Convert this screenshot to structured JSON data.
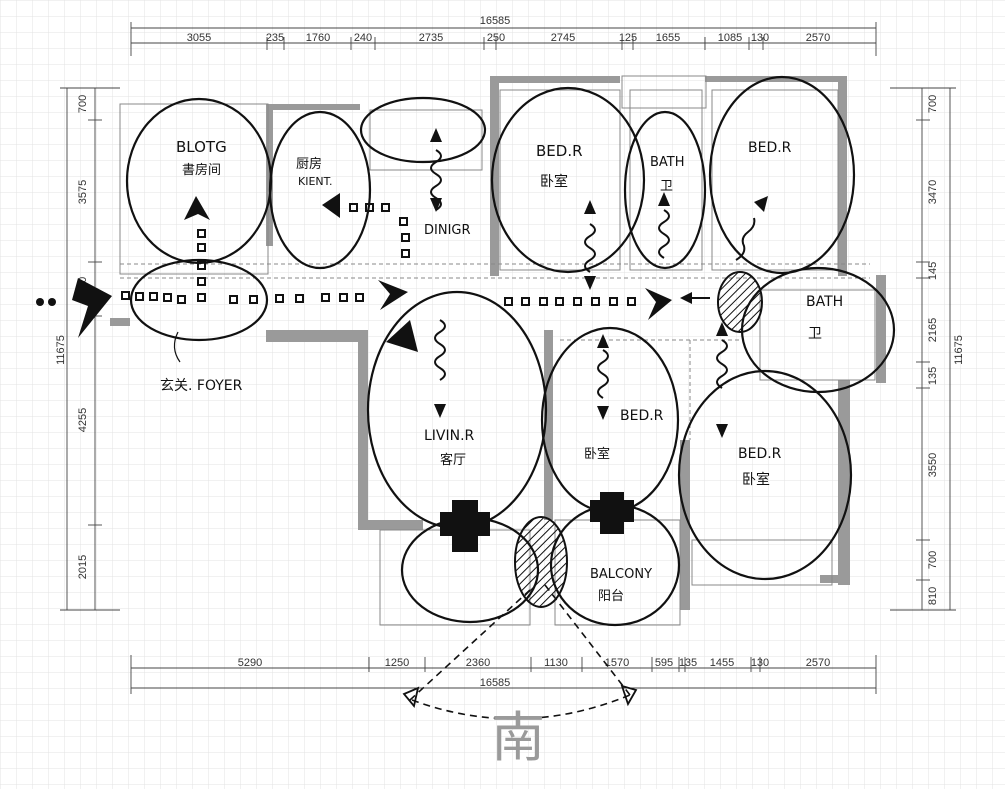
{
  "dimensions": {
    "top_total": "16585",
    "top_segments": [
      "3055",
      "235",
      "1760",
      "240",
      "2735",
      "250",
      "2745",
      "125",
      "1655",
      "1085",
      "130",
      "2570"
    ],
    "bottom_total": "16585",
    "bottom_segments": [
      "5290",
      "1250",
      "2360",
      "1130",
      "1570",
      "595",
      "135",
      "1455",
      "130",
      "2570"
    ],
    "left_total": "11675",
    "left_segments": [
      "700",
      "3575",
      "1200",
      "4255",
      "2015"
    ],
    "right_total": "11675",
    "right_segments": [
      "700",
      "3470",
      "145",
      "2165",
      "135",
      "3550",
      "700",
      "810"
    ]
  },
  "rooms": {
    "study": [
      "BLOTG",
      "書房间"
    ],
    "kitchen": [
      "厨房",
      "KIENT."
    ],
    "dining": "DINIGR",
    "bed1": [
      "BED.R",
      "卧室"
    ],
    "bath1": [
      "BATH",
      "卫"
    ],
    "bed2": "BED.R",
    "bath2": [
      "BATH",
      "卫"
    ],
    "foyer": "玄关. FOYER",
    "living": [
      "LIVIN.R",
      "客厅"
    ],
    "bed3": [
      "BED.R",
      "卧室"
    ],
    "bed4": [
      "BED.R",
      "卧室"
    ],
    "balcony": [
      "BALCONY",
      "阳台"
    ]
  },
  "compass": "南"
}
